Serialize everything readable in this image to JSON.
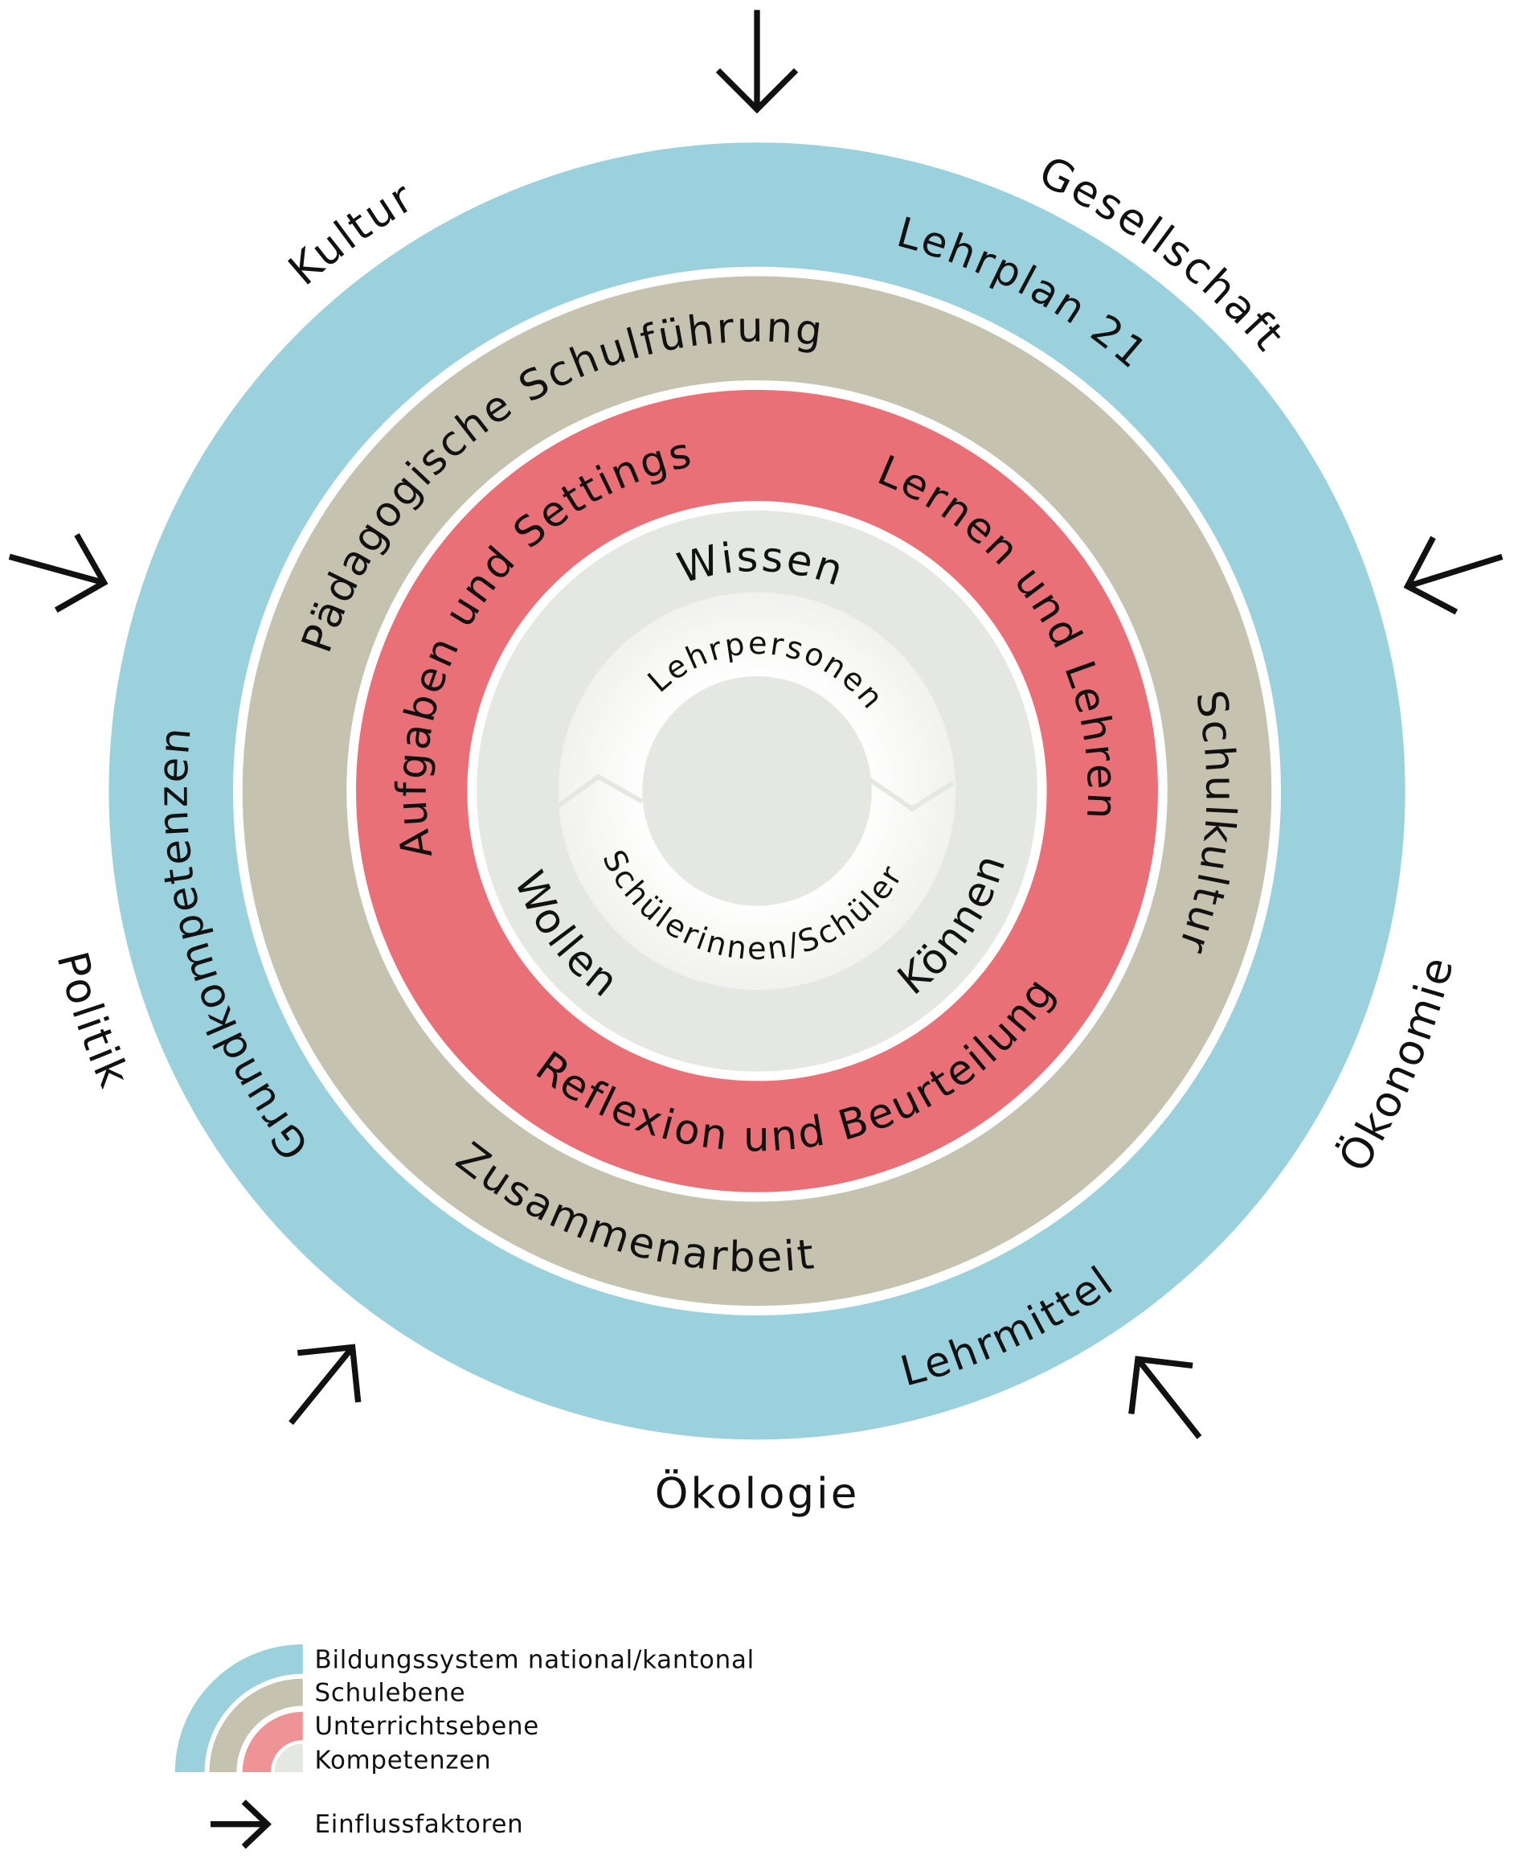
{
  "colors": {
    "bildungssystem": "#9AD1DC",
    "schulebene": "#C5C2AF",
    "unterrichtsebene": "#E97077",
    "unterrichtsebene_legend": "#EE9496",
    "kompetenzen": "#E5E7E3",
    "separator": "#FFFFFF",
    "text": "#111111"
  },
  "outer_factors": {
    "kultur": "Kultur",
    "gesellschaft": "Gesellschaft",
    "politik": "Politik",
    "oekonomie": "Ökonomie",
    "oekologie": "Ökologie"
  },
  "bildungssystem_ring": {
    "lehrplan": "Lehrplan 21",
    "grundkompetenzen": "Grundkompetenzen",
    "lehrmittel": "Lehrmittel"
  },
  "schul_ring": {
    "schulfuehrung": "Pädagogische Schulführung",
    "schulkultur": "Schulkultur",
    "zusammenarbeit": "Zusammenarbeit"
  },
  "unterricht_ring": {
    "aufgaben": "Aufgaben und Settings",
    "lernen": "Lernen und Lehren",
    "reflexion": "Reflexion und Beurteilung"
  },
  "kompetenz_ring": {
    "wissen": "Wissen",
    "wollen": "Wollen",
    "koennen": "Können"
  },
  "core": {
    "lehrpersonen": "Lehrpersonen",
    "schueler": "Schülerinnen/Schüler"
  },
  "legend": {
    "items": [
      {
        "label": "Bildungssystem national/kantonal"
      },
      {
        "label": "Schulebene"
      },
      {
        "label": "Unterrichtsebene"
      },
      {
        "label": "Kompetenzen"
      }
    ],
    "arrow_label": "Einflussfaktoren"
  }
}
